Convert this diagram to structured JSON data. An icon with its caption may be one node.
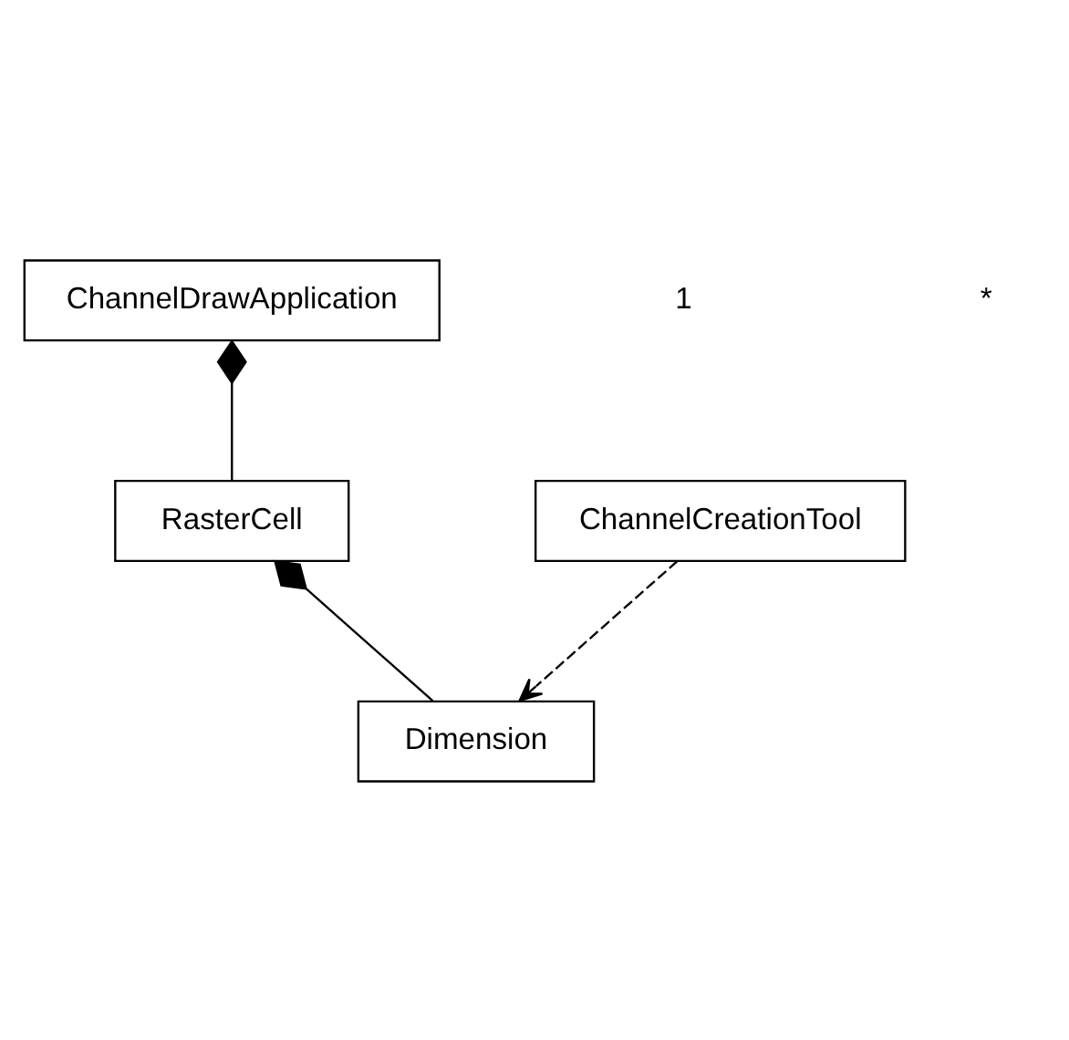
{
  "diagram": {
    "nodes": [
      {
        "text": [
          "ChannelDrawApplication"
        ]
      },
      {
        "text": [
          "ChannelCreationTool"
        ]
      },
      {
        "text": [
          "RasterCell"
        ]
      },
      {
        "text": [
          "Dimension"
        ]
      }
    ],
    "edges": [
      {
        "from": 0,
        "to": 2,
        "arrow": "other"
      },
      {
        "from": 2,
        "to": 3,
        "arrow": "other"
      },
      {
        "from": 1,
        "to": 3,
        "arrow": "to",
        "style": "dashed"
      }
    ],
    "labels": [
      "1",
      "*"
    ]
  }
}
